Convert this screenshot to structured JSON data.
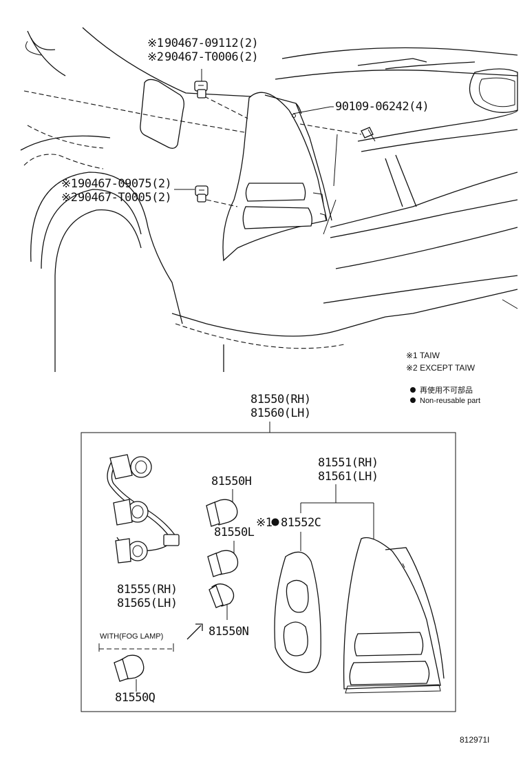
{
  "callouts": {
    "clip_upper": {
      "mark1": "※1",
      "part1": "90467-09112(2)",
      "mark2": "※2",
      "part2": "90467-T0006(2)"
    },
    "screw": {
      "part": "90109-06242(4)"
    },
    "clip_lower": {
      "mark1": "※1",
      "part1": "90467-09075(2)",
      "mark2": "※2",
      "part2": "90467-T0005(2)"
    }
  },
  "legend": {
    "note1": "※1 TAIW",
    "note2": "※2 EXCEPT TAIW",
    "dot_jp": "再使用不可部品",
    "dot_en": "Non-reusable part"
  },
  "assembly": {
    "rh": "81550(RH)",
    "lh": "81560(LH)"
  },
  "parts": {
    "socket_rh": "81555(RH)",
    "socket_lh": "81565(LH)",
    "bulb_h": "81550H",
    "bulb_l": "81550L",
    "bulb_n": "81550N",
    "bulb_q": "81550Q",
    "fog_label": "WITH(FOG LAMP)",
    "gasket_mark": "※1",
    "gasket": "81552C",
    "lens_rh": "81551(RH)",
    "lens_lh": "81561(LH)"
  },
  "diagram_id": "812971I",
  "icons": [
    "clip-icon",
    "screw-icon",
    "bulb-icon",
    "socket-harness-icon",
    "gasket-icon",
    "lens-icon",
    "arrow-icon",
    "dot-icon"
  ]
}
